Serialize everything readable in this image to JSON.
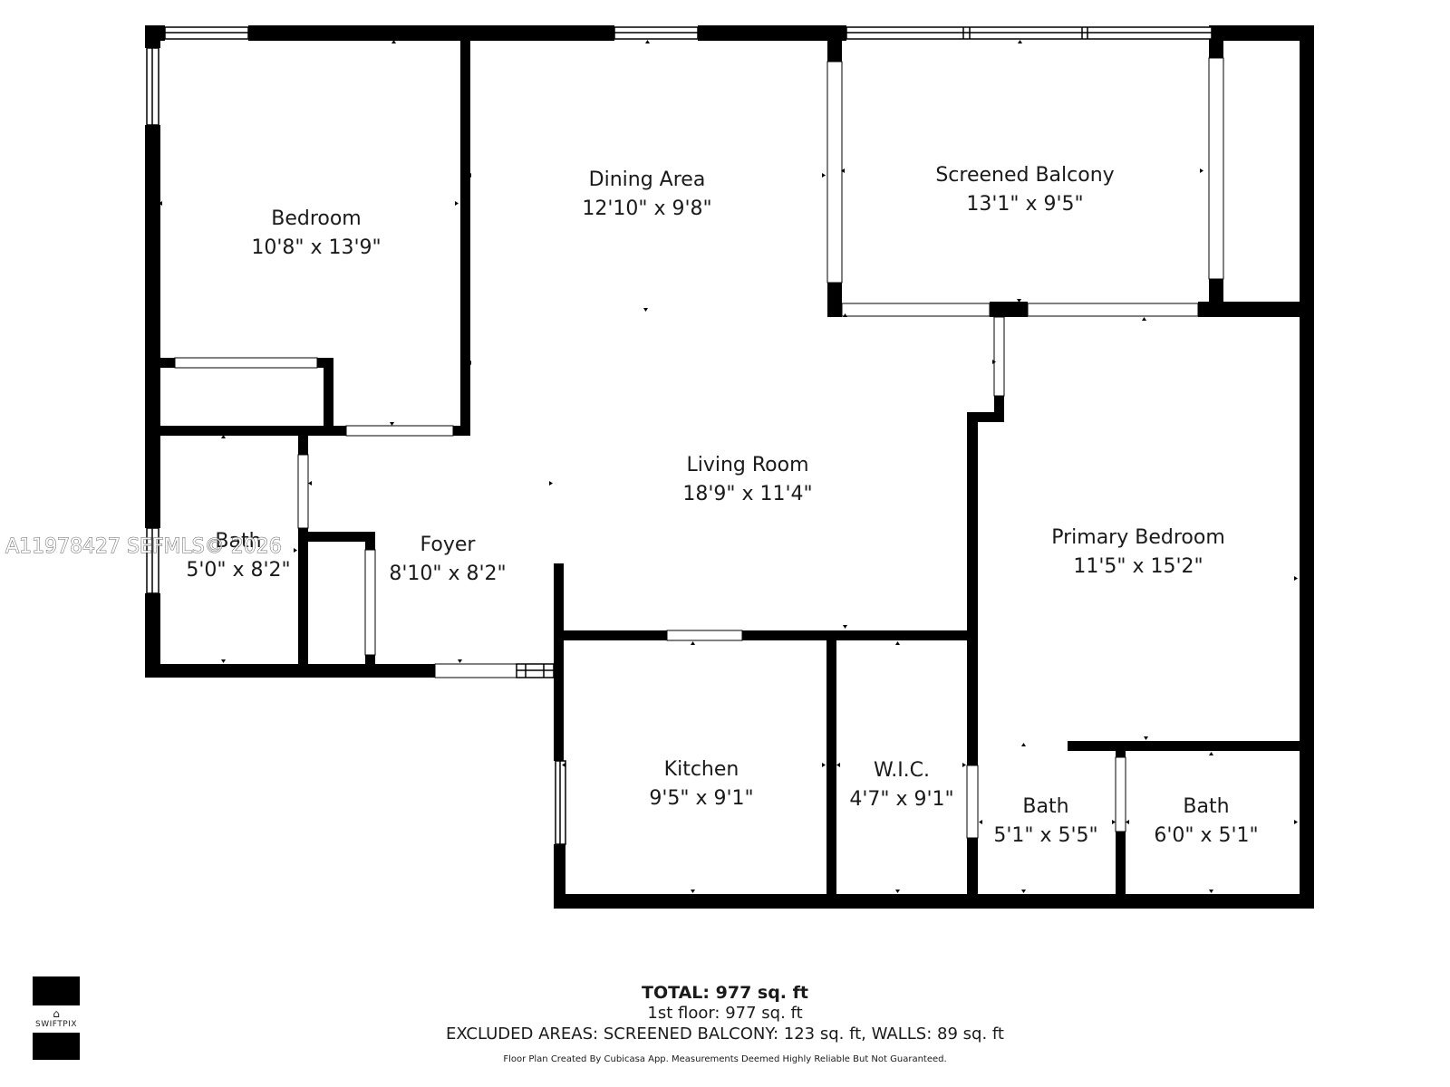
{
  "rooms": {
    "bedroom": {
      "name": "Bedroom",
      "dims": "10'8\" x 13'9\""
    },
    "dining": {
      "name": "Dining Area",
      "dims": "12'10\" x 9'8\""
    },
    "balcony": {
      "name": "Screened Balcony",
      "dims": "13'1\" x 9'5\""
    },
    "living": {
      "name": "Living Room",
      "dims": "18'9\" x 11'4\""
    },
    "bath1": {
      "name": "Bath",
      "dims": "5'0\" x 8'2\""
    },
    "foyer": {
      "name": "Foyer",
      "dims": "8'10\" x 8'2\""
    },
    "primary": {
      "name": "Primary Bedroom",
      "dims": "11'5\" x 15'2\""
    },
    "kitchen": {
      "name": "Kitchen",
      "dims": "9'5\" x 9'1\""
    },
    "wic": {
      "name": "W.I.C.",
      "dims": "4'7\" x 9'1\""
    },
    "bath2": {
      "name": "Bath",
      "dims": "5'1\" x 5'5\""
    },
    "bath3": {
      "name": "Bath",
      "dims": "6'0\" x 5'1\""
    }
  },
  "watermark": "A11978427  SEFMLS© 2026",
  "summary": {
    "total": "TOTAL: 977 sq. ft",
    "floor": "1st floor: 977 sq. ft",
    "excluded": "EXCLUDED AREAS: SCREENED BALCONY: 123 sq. ft, WALLS: 89 sq. ft",
    "disclaimer": "Floor Plan Created By Cubicasa App. Measurements Deemed Highly Reliable But Not Guaranteed."
  },
  "logo": {
    "text": "SWIFTPIX"
  }
}
